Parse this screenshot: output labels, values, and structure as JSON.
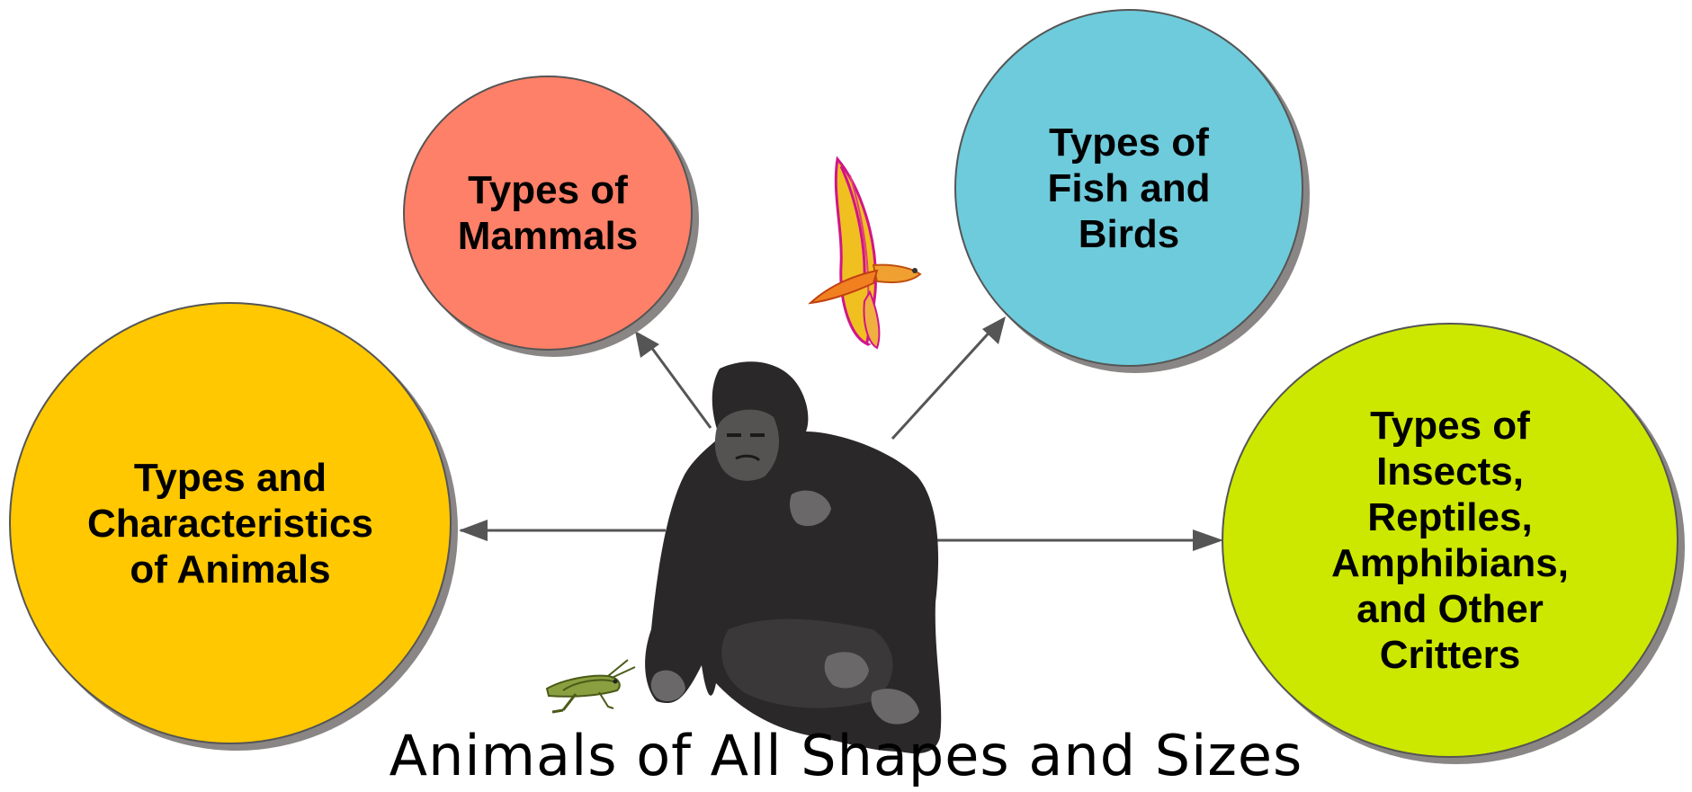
{
  "diagram": {
    "title": "Animals of All Shapes and Sizes",
    "nodes": [
      {
        "id": "characteristics",
        "label": "Types and\nCharacteristics\nof Animals",
        "color": "#ffc800"
      },
      {
        "id": "mammals",
        "label": "Types of\nMammals",
        "color": "#ff8068"
      },
      {
        "id": "fish-birds",
        "label": "Types of\nFish and\nBirds",
        "color": "#6ecbdb"
      },
      {
        "id": "insects-reptiles",
        "label": "Types of\nInsects,\nReptiles,\nAmphibians,\nand Other\nCritters",
        "color": "#cde800"
      }
    ],
    "center_image": "gorilla-illustration",
    "decorations": [
      "bird-illustration",
      "grasshopper-illustration"
    ],
    "edge_color": "#555555"
  }
}
